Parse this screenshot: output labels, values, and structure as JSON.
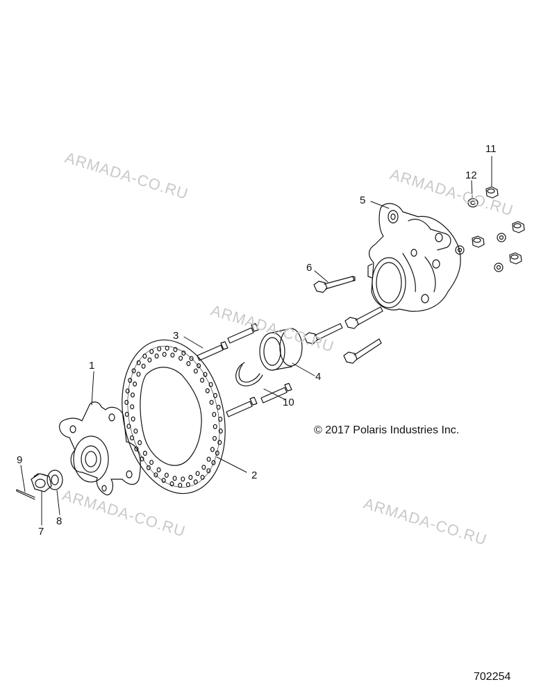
{
  "watermark_text": "ARMADA-CO.RU",
  "copyright": "© 2017 Polaris Industries Inc.",
  "drawing_id": "702254",
  "callouts": [
    {
      "id": "1",
      "label": "1"
    },
    {
      "id": "2",
      "label": "2"
    },
    {
      "id": "3",
      "label": "3"
    },
    {
      "id": "4",
      "label": "4"
    },
    {
      "id": "5",
      "label": "5"
    },
    {
      "id": "6",
      "label": "6"
    },
    {
      "id": "7",
      "label": "7"
    },
    {
      "id": "8",
      "label": "8"
    },
    {
      "id": "9",
      "label": "9"
    },
    {
      "id": "10",
      "label": "10"
    },
    {
      "id": "11",
      "label": "11"
    },
    {
      "id": "12",
      "label": "12"
    }
  ],
  "colors": {
    "line": "#111111",
    "watermark": "#c9c9c9",
    "background": "#ffffff"
  }
}
